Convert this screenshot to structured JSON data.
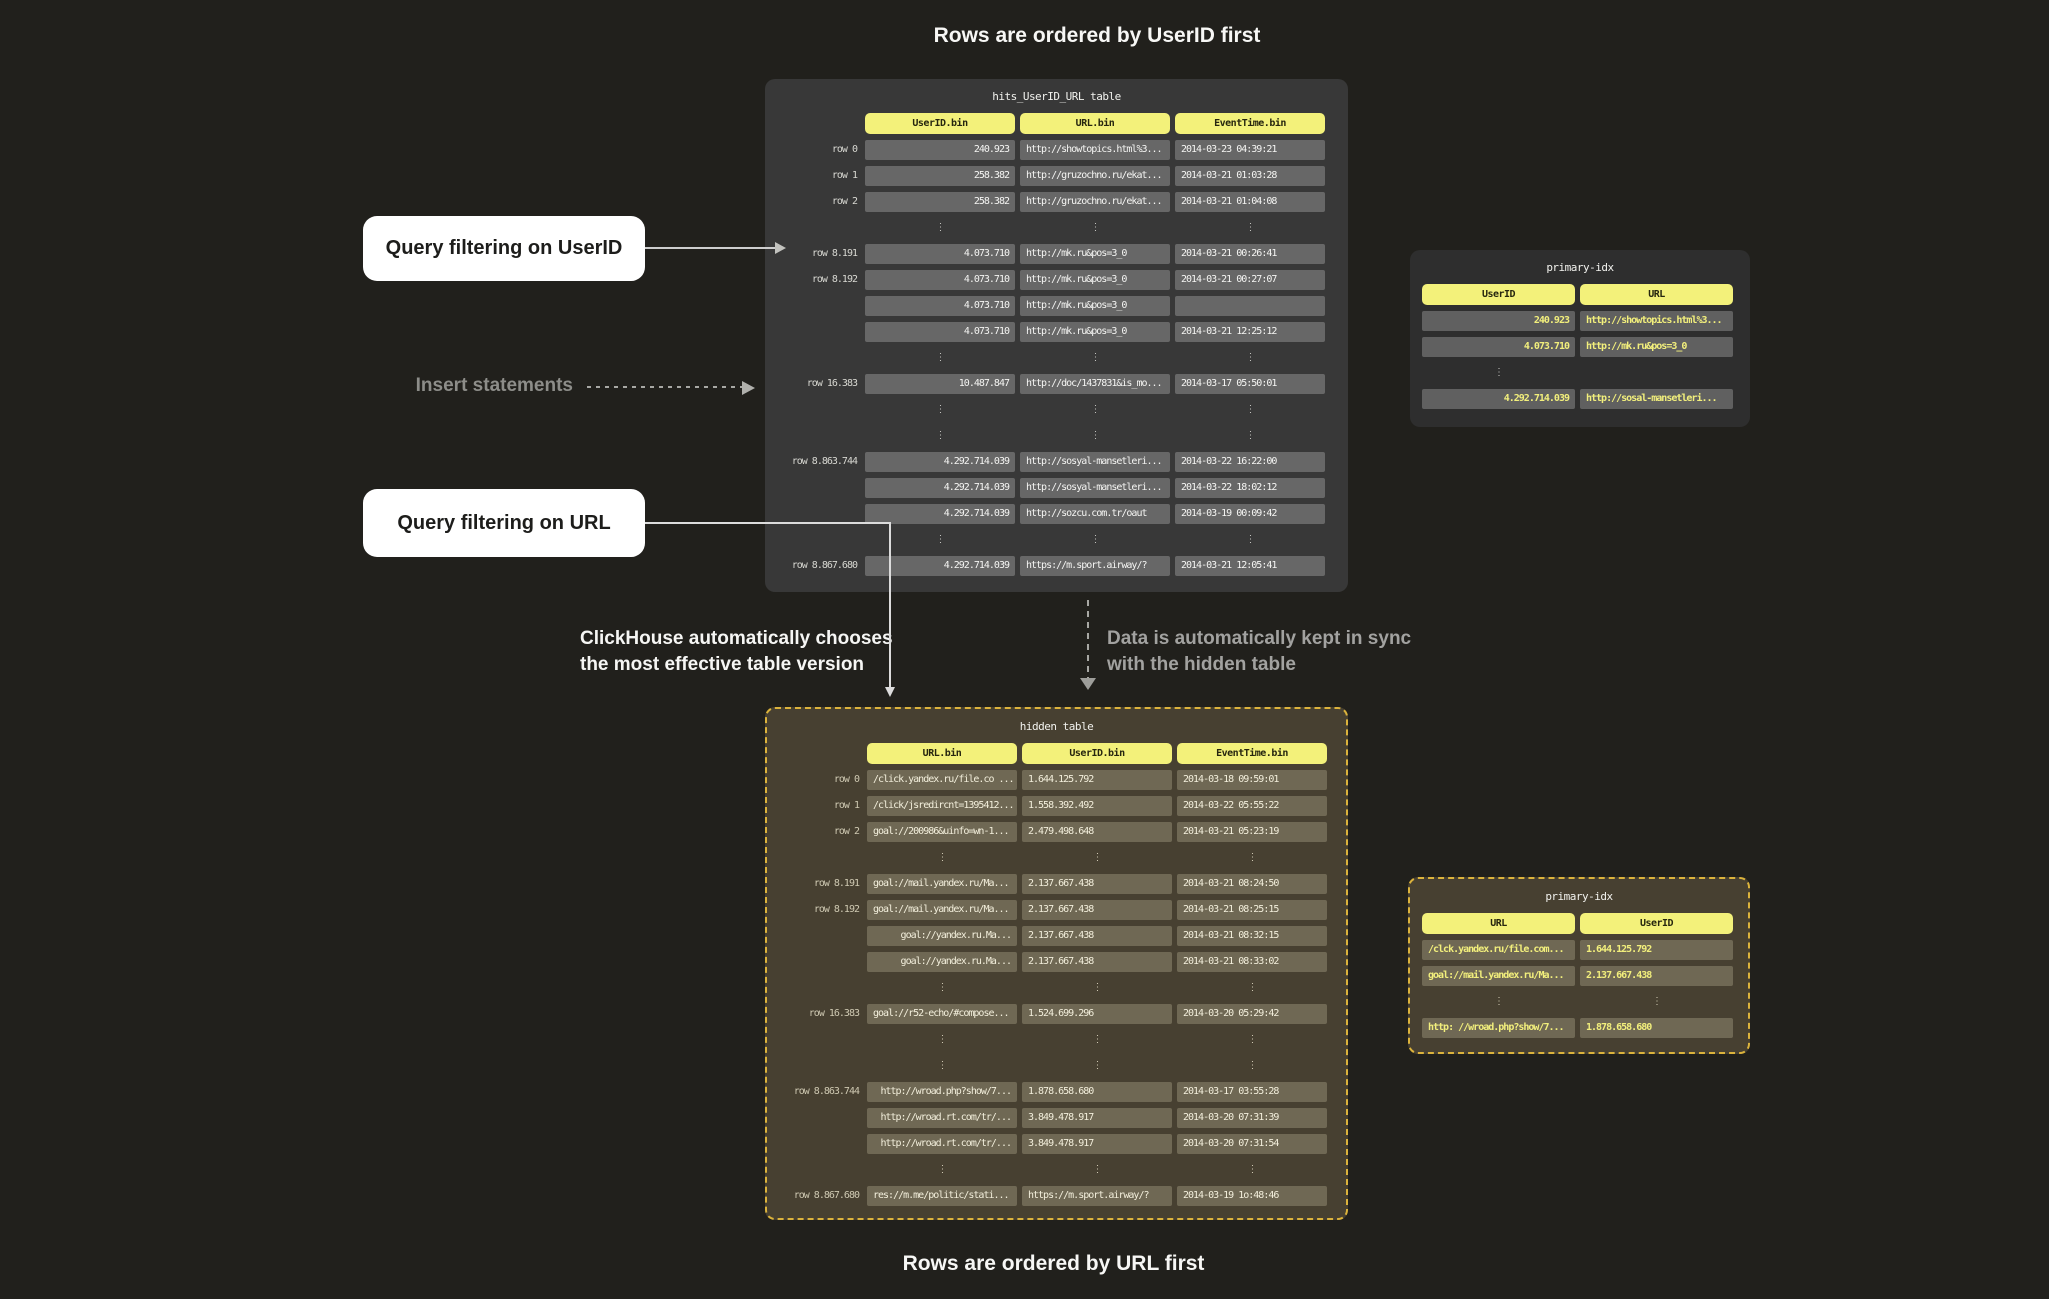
{
  "titles": {
    "top": "Rows are ordered by UserID first",
    "bottom": "Rows are ordered by URL first"
  },
  "callouts": {
    "query_userid": "Query filtering on UserID",
    "query_url": "Query filtering on URL",
    "insert": "Insert statements"
  },
  "annotations": {
    "clickhouse_line1": "ClickHouse automatically chooses",
    "clickhouse_line2": "the most effective table version",
    "sync_line1": "Data is automatically kept in sync",
    "sync_line2": "with the hidden table"
  },
  "colors": {
    "header_yellow": "#f3f17a",
    "hidden_border_gold": "#dcb33c",
    "gray_cell": "#676767",
    "brown_cell": "#6f6854",
    "page_bg": "#21201c"
  },
  "tables": {
    "hits": {
      "title": "hits_UserID_URL table",
      "columns": [
        "UserID.bin",
        "URL.bin",
        "EventTime.bin"
      ],
      "dots_cols": [
        1,
        1,
        1
      ],
      "rows": [
        {
          "label": "row 0",
          "cells": [
            "240.923",
            "http://showtopics.html%3...",
            "2014-03-23 04:39:21"
          ]
        },
        {
          "label": "row 1",
          "cells": [
            "258.382",
            "http://gruzochno.ru/ekat...",
            "2014-03-21 01:03:28"
          ]
        },
        {
          "label": "row 2",
          "cells": [
            "258.382",
            "http://gruzochno.ru/ekat...",
            "2014-03-21 01:04:08"
          ]
        },
        {
          "dots": true
        },
        {
          "label": "row 8.191",
          "cells": [
            "4.073.710",
            "http://mk.ru&pos=3_0",
            "2014-03-21 00:26:41"
          ]
        },
        {
          "label": "row 8.192",
          "cells": [
            "4.073.710",
            "http://mk.ru&pos=3_0",
            "2014-03-21 00:27:07"
          ]
        },
        {
          "label": "",
          "cells": [
            "4.073.710",
            "http://mk.ru&pos=3_0",
            ""
          ]
        },
        {
          "label": "",
          "cells": [
            "4.073.710",
            "http://mk.ru&pos=3_0",
            "2014-03-21 12:25:12"
          ]
        },
        {
          "dots": true
        },
        {
          "label": "row 16.383",
          "cells": [
            "10.487.847",
            "http://doc/1437831&is_mo...",
            "2014-03-17 05:50:01"
          ]
        },
        {
          "dots": true
        },
        {
          "dots": true
        },
        {
          "label": "row 8.863.744",
          "cells": [
            "4.292.714.039",
            "http://sosyal-mansetleri...",
            "2014-03-22 16:22:00"
          ]
        },
        {
          "label": "",
          "cells": [
            "4.292.714.039",
            "http://sosyal-mansetleri...",
            "2014-03-22 18:02:12"
          ]
        },
        {
          "label": "",
          "cells": [
            "4.292.714.039",
            "http://sozcu.com.tr/oaut",
            "2014-03-19 00:09:42"
          ]
        },
        {
          "dots": true
        },
        {
          "label": "row 8.867.680",
          "cells": [
            "4.292.714.039",
            "https://m.sport.airway/?",
            "2014-03-21 12:05:41"
          ]
        }
      ]
    },
    "hidden": {
      "title": "hidden table",
      "columns": [
        "URL.bin",
        "UserID.bin",
        "EventTime.bin"
      ],
      "dots_cols": [
        1,
        1,
        1
      ],
      "rows": [
        {
          "label": "row 0",
          "cells": [
            "/click.yandex.ru/file.co ...",
            "1.644.125.792",
            "2014-03-18 09:59:01"
          ]
        },
        {
          "label": "row 1",
          "cells": [
            "/click/jsredircnt=1395412...",
            "1.558.392.492",
            "2014-03-22 05:55:22"
          ]
        },
        {
          "label": "row 2",
          "cells": [
            "goal://200986&uinfo=wn-1...",
            "2.479.498.648",
            "2014-03-21 05:23:19"
          ]
        },
        {
          "dots": true
        },
        {
          "label": "row 8.191",
          "cells": [
            "goal://mail.yandex.ru/Ma...",
            "2.137.667.438",
            "2014-03-21 08:24:50"
          ]
        },
        {
          "label": "row 8.192",
          "cells": [
            "goal://mail.yandex.ru/Ma...",
            "2.137.667.438",
            "2014-03-21 08:25:15"
          ]
        },
        {
          "label": "",
          "cells": [
            "goal://yandex.ru.Ma...",
            "2.137.667.438",
            "2014-03-21 08:32:15"
          ],
          "align": [
            "r",
            "l",
            "l"
          ]
        },
        {
          "label": "",
          "cells": [
            "goal://yandex.ru.Ma...",
            "2.137.667.438",
            "2014-03-21 08:33:02"
          ],
          "align": [
            "r",
            "l",
            "l"
          ]
        },
        {
          "dots": true
        },
        {
          "label": "row 16.383",
          "cells": [
            "goal://r52-echo/#compose...",
            "1.524.699.296",
            "2014-03-20 05:29:42"
          ]
        },
        {
          "dots": true
        },
        {
          "dots": true
        },
        {
          "label": "row 8.863.744",
          "cells": [
            "http://wroad.php?show/7...",
            "1.878.658.680",
            "2014-03-17 03:55:28"
          ],
          "align": [
            "r",
            "l",
            "l"
          ]
        },
        {
          "label": "",
          "cells": [
            "http://wroad.rt.com/tr/...",
            "3.849.478.917",
            "2014-03-20 07:31:39"
          ],
          "align": [
            "r",
            "l",
            "l"
          ]
        },
        {
          "label": "",
          "cells": [
            "http://wroad.rt.com/tr/...",
            "3.849.478.917",
            "2014-03-20 07:31:54"
          ],
          "align": [
            "r",
            "l",
            "l"
          ]
        },
        {
          "dots": true
        },
        {
          "label": "row 8.867.680",
          "cells": [
            "res://m.me/politic/stati...",
            "https://m.sport.airway/?",
            "2014-03-19 1o:48:46"
          ]
        }
      ]
    },
    "idx_top": {
      "title": "primary-idx",
      "columns": [
        "UserID",
        "URL"
      ],
      "dots_cols": [
        1,
        0
      ],
      "rows": [
        {
          "cells": [
            "240.923",
            "http://showtopics.html%3..."
          ]
        },
        {
          "cells": [
            "4.073.710",
            "http://mk.ru&pos=3_0"
          ]
        },
        {
          "dots": true
        },
        {
          "cells": [
            "4.292.714.039",
            "http://sosal-mansetleri..."
          ]
        }
      ]
    },
    "idx_bottom": {
      "title": "primary-idx",
      "columns": [
        "URL",
        "UserID"
      ],
      "dots_cols": [
        1,
        1
      ],
      "rows": [
        {
          "cells": [
            "/clck.yandex.ru/file.com...",
            "1.644.125.792"
          ]
        },
        {
          "cells": [
            "goal://mail.yandex.ru/Ma...",
            "2.137.667.438"
          ]
        },
        {
          "dots": true
        },
        {
          "cells": [
            "http: //wroad.php?show/7...",
            "1.878.658.680"
          ]
        }
      ]
    }
  }
}
